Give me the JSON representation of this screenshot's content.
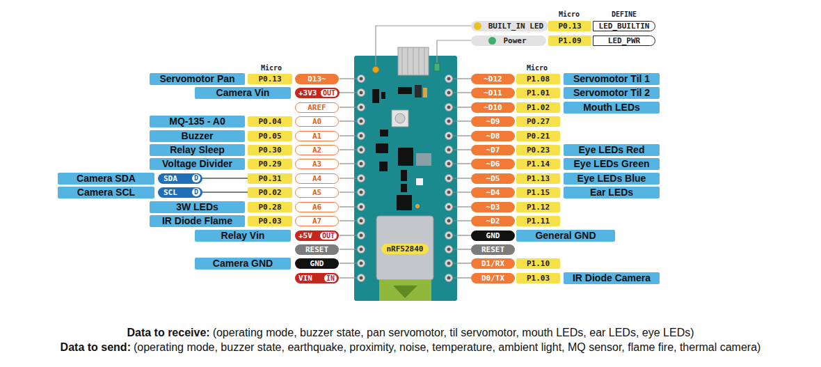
{
  "diagram": {
    "nodes": [
      {
        "text": [
          "BUILT_IN LED"
        ]
      },
      {
        "text": [
          "P0.13"
        ]
      },
      {
        "text": [
          "LED_BUILTIN"
        ]
      },
      {
        "text": [
          "Power"
        ]
      },
      {
        "text": [
          "P1.09"
        ]
      },
      {
        "text": [
          "LED_PWR"
        ]
      },
      {
        "text": [
          "Servomotor Pan"
        ]
      },
      {
        "text": [
          "P0.13"
        ]
      },
      {
        "text": [
          "D13~"
        ]
      },
      {
        "text": [
          "Camera Vin"
        ]
      },
      {
        "text": [
          "+3V3",
          "OUT"
        ]
      },
      {
        "text": [
          "AREF"
        ]
      },
      {
        "text": [
          "MQ-135 - A0"
        ]
      },
      {
        "text": [
          "P0.04"
        ]
      },
      {
        "text": [
          "A0"
        ]
      },
      {
        "text": [
          "Buzzer"
        ]
      },
      {
        "text": [
          "P0.05"
        ]
      },
      {
        "text": [
          "A1"
        ]
      },
      {
        "text": [
          "Relay Sleep"
        ]
      },
      {
        "text": [
          "P0.30"
        ]
      },
      {
        "text": [
          "A2"
        ]
      },
      {
        "text": [
          "Voltage Divider"
        ]
      },
      {
        "text": [
          "P0.29"
        ]
      },
      {
        "text": [
          "A3"
        ]
      },
      {
        "text": [
          "Camera SDA"
        ]
      },
      {
        "text": [
          "SDA",
          "D"
        ]
      },
      {
        "text": [
          "P0.31"
        ]
      },
      {
        "text": [
          "A4"
        ]
      },
      {
        "text": [
          "Camera SCL"
        ]
      },
      {
        "text": [
          "SCL",
          "D"
        ]
      },
      {
        "text": [
          "P0.02"
        ]
      },
      {
        "text": [
          "A5"
        ]
      },
      {
        "text": [
          "3W LEDs"
        ]
      },
      {
        "text": [
          "P0.28"
        ]
      },
      {
        "text": [
          "A6"
        ]
      },
      {
        "text": [
          "IR Diode Flame"
        ]
      },
      {
        "text": [
          "P0.03"
        ]
      },
      {
        "text": [
          "A7"
        ]
      },
      {
        "text": [
          "Relay Vin"
        ]
      },
      {
        "text": [
          "+5V",
          "OUT"
        ]
      },
      {
        "text": [
          "RESET"
        ]
      },
      {
        "text": [
          "Camera GND"
        ]
      },
      {
        "text": [
          "GND"
        ]
      },
      {
        "text": [
          "VIN",
          "IN"
        ]
      },
      {
        "text": [
          "~D12"
        ]
      },
      {
        "text": [
          "P1.08"
        ]
      },
      {
        "text": [
          "Servomotor Til 1"
        ]
      },
      {
        "text": [
          "~D11"
        ]
      },
      {
        "text": [
          "P1.01"
        ]
      },
      {
        "text": [
          "Servomotor Til 2"
        ]
      },
      {
        "text": [
          "~D10"
        ]
      },
      {
        "text": [
          "P1.02"
        ]
      },
      {
        "text": [
          "Mouth LEDs"
        ]
      },
      {
        "text": [
          "~D9"
        ]
      },
      {
        "text": [
          "P0.27"
        ]
      },
      {
        "text": [
          "~D8"
        ]
      },
      {
        "text": [
          "P0.21"
        ]
      },
      {
        "text": [
          "~D7"
        ]
      },
      {
        "text": [
          "P0.23"
        ]
      },
      {
        "text": [
          "Eye LEDs Red"
        ]
      },
      {
        "text": [
          "~D6"
        ]
      },
      {
        "text": [
          "P1.14"
        ]
      },
      {
        "text": [
          "Eye LEDs Green"
        ]
      },
      {
        "text": [
          "~D5"
        ]
      },
      {
        "text": [
          "P1.13"
        ]
      },
      {
        "text": [
          "Eye LEDs Blue"
        ]
      },
      {
        "text": [
          "~D4"
        ]
      },
      {
        "text": [
          "P1.15"
        ]
      },
      {
        "text": [
          "Ear LEDs"
        ]
      },
      {
        "text": [
          "~D3"
        ]
      },
      {
        "text": [
          "P1.12"
        ]
      },
      {
        "text": [
          "~D2"
        ]
      },
      {
        "text": [
          "P1.11"
        ]
      },
      {
        "text": [
          "GND"
        ]
      },
      {
        "text": [
          "General GND"
        ]
      },
      {
        "text": [
          "RESET"
        ]
      },
      {
        "text": [
          "D1/RX"
        ]
      },
      {
        "text": [
          "P1.10"
        ]
      },
      {
        "text": [
          "D0/TX"
        ]
      },
      {
        "text": [
          "P1.03"
        ]
      },
      {
        "text": [
          "IR Diode Camera"
        ]
      },
      {
        "text": [
          "nRF52840"
        ]
      }
    ],
    "edges": [
      {
        "from": 25,
        "to": 26,
        "arrow": "none"
      },
      {
        "from": 29,
        "to": 30,
        "arrow": "none"
      }
    ],
    "labels": [
      "Micro",
      "DEFINE",
      "Micro",
      "Micro",
      "Data to receive:",
      "(operating mode, buzzer state, pan servomotor, til servomotor, mouth LEDs, ear LEDs, eye LEDs)",
      "Data to send:",
      "(operating mode, buzzer state, earthquake, proximity, noise, temperature, ambient light, MQ sensor, flame fire, thermal camera)"
    ]
  }
}
